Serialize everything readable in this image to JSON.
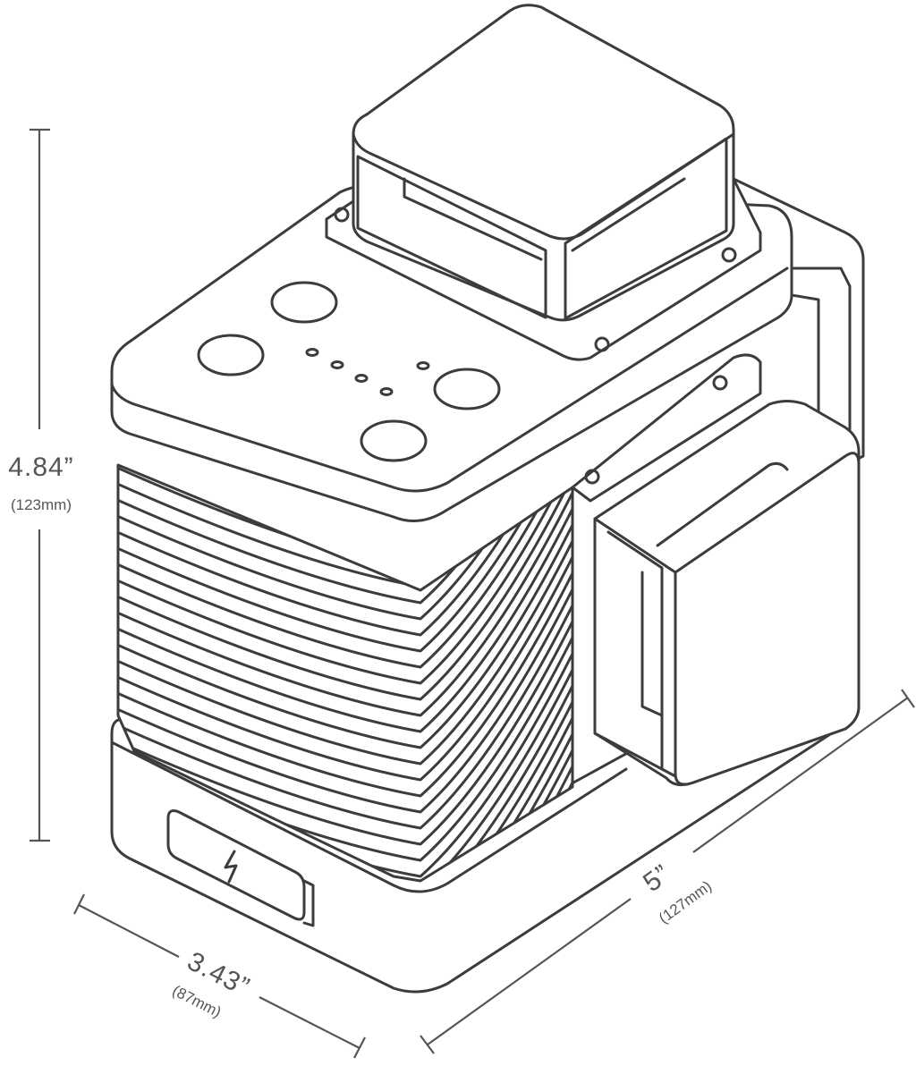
{
  "dimensions": {
    "height": {
      "imperial": "4.84”",
      "metric": "(123mm)"
    },
    "width": {
      "imperial": "3.43”",
      "metric": "(87mm)"
    },
    "depth": {
      "imperial": "5”",
      "metric": "(127mm)"
    }
  },
  "colors": {
    "line": "#3c3c3c",
    "dimension": "#555555"
  },
  "icons": {
    "charge": "lightning-bolt-icon"
  }
}
